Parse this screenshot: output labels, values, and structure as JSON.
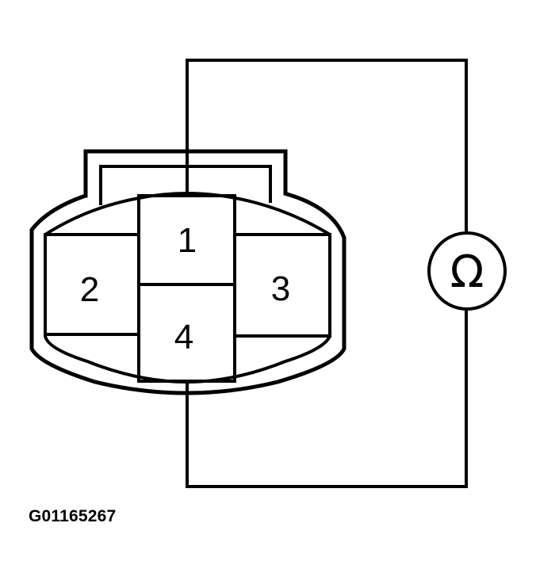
{
  "diagram": {
    "type": "connector-resistance-check",
    "connector": {
      "pins": [
        {
          "id": "1",
          "label": "1"
        },
        {
          "id": "2",
          "label": "2"
        },
        {
          "id": "3",
          "label": "3"
        },
        {
          "id": "4",
          "label": "4"
        }
      ],
      "measured_between": [
        "1",
        "4"
      ]
    },
    "meter": {
      "symbol": "Ω",
      "name": "ohmmeter"
    },
    "figure_id": "G01165267",
    "colors": {
      "line": "#000000",
      "background": "#ffffff"
    }
  }
}
